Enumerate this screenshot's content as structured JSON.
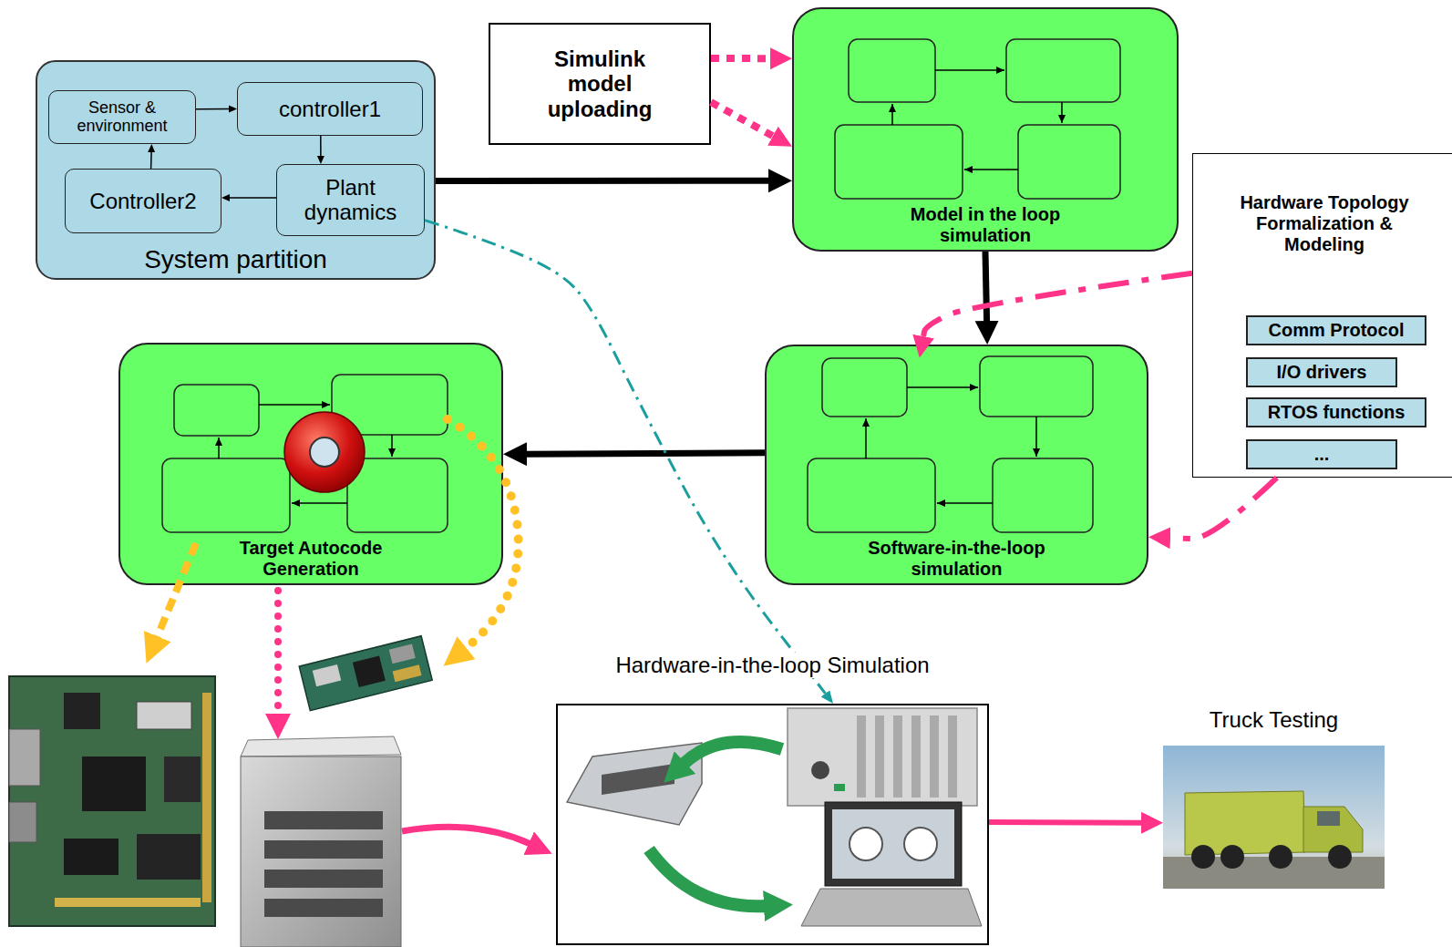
{
  "diagram": {
    "nodes": [
      {
        "text": [
          "System partition"
        ]
      },
      {
        "text": [
          "Sensor & environment"
        ],
        "in": 0
      },
      {
        "text": [
          "controller1"
        ],
        "in": 0
      },
      {
        "text": [
          "Plant dynamics"
        ],
        "in": 0
      },
      {
        "text": [
          "Controller2"
        ],
        "in": 0
      },
      {
        "text": [
          "Simulink model uploading"
        ]
      },
      {
        "text": [
          "Model in the loop simulation"
        ]
      },
      {
        "text": [
          "Hardware Topology Formalization & Modeling"
        ]
      },
      {
        "text": [
          "Comm Protocol"
        ],
        "in": 7
      },
      {
        "text": [
          "I/O drivers"
        ],
        "in": 7
      },
      {
        "text": [
          "RTOS functions"
        ],
        "in": 7
      },
      {
        "text": [
          "..."
        ],
        "in": 7
      },
      {
        "text": [
          "Software-in-the-loop simulation"
        ]
      },
      {
        "text": [
          "Target Autocode Generation"
        ]
      },
      {
        "text": [
          "Hardware-in-the-loop Simulation"
        ]
      },
      {
        "text": [
          "Truck Testing"
        ]
      }
    ],
    "edges": [
      {
        "from": 1,
        "to": 2,
        "arrow": "to"
      },
      {
        "from": 2,
        "to": 3,
        "arrow": "to"
      },
      {
        "from": 3,
        "to": 4,
        "arrow": "to"
      },
      {
        "from": 4,
        "to": 1,
        "arrow": "to"
      },
      {
        "from": 0,
        "to": 6,
        "arrow": "to"
      },
      {
        "from": 6,
        "to": 12,
        "arrow": "to"
      },
      {
        "from": 12,
        "to": 13,
        "arrow": "to"
      },
      {
        "from": 5,
        "to": 6,
        "arrow": "to"
      },
      {
        "from": 5,
        "to": 6,
        "arrow": "to"
      },
      {
        "from": 7,
        "to": 12,
        "arrow": "to"
      },
      {
        "from": 7,
        "to": 12,
        "arrow": "to"
      },
      {
        "from": 3,
        "to": 14,
        "arrow": "to"
      },
      {
        "from": 14,
        "to": 15,
        "arrow": "to"
      }
    ]
  }
}
